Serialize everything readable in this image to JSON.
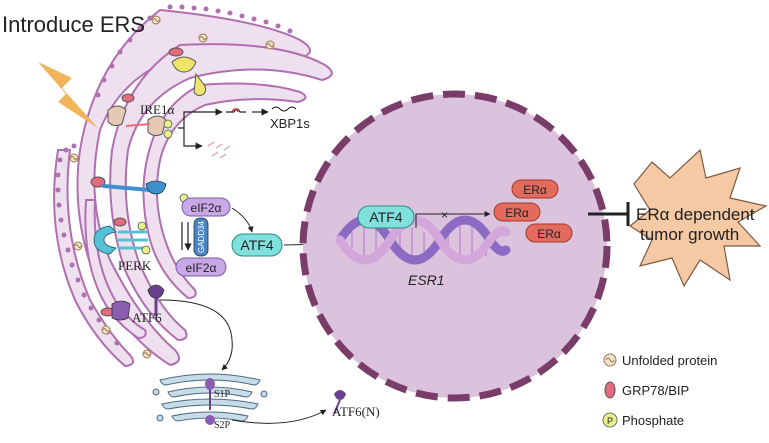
{
  "title": "Introduce ERS",
  "labels": {
    "ire1a": "IRE1α",
    "xbp1s": "XBP1s",
    "eif2a_p": "eIF2α",
    "eif2a": "eIF2α",
    "gadd34": "GADD34",
    "perk": "PERK",
    "atf4_cyto": "ATF4",
    "atf4_nuc": "ATF4",
    "atf6": "ATF6",
    "s1p": "S1P",
    "s2p": "S2P",
    "atf6n": "ATF6(N)",
    "esr1": "ESR1",
    "era": [
      "ERα",
      "ERα",
      "ERα"
    ],
    "outcome_line1": "ERα dependent",
    "outcome_line2": "tumor growth",
    "phosphate_mark": "P"
  },
  "legend": [
    {
      "icon": "unfolded-protein-icon",
      "label": "Unfolded protein"
    },
    {
      "icon": "grp78-bip-icon",
      "label": "GRP78/BIP"
    },
    {
      "icon": "phosphate-icon",
      "label": "Phosphate"
    }
  ],
  "colors": {
    "membrane": "#b06fb0",
    "er_fill": "#efe0ef",
    "nucleus_fill": "#dcc3dd",
    "nucleus_border": "#7a3d6a",
    "lightning": "#f0b45a",
    "atf4": "#7fe0dc",
    "era": "#e26b5e",
    "eif2a": "#c9a8e8",
    "gadd34": "#4a86c6",
    "tumor": "#f4c9a4",
    "grp78": "#e36b7b",
    "phosphate": "#e6f28a"
  }
}
